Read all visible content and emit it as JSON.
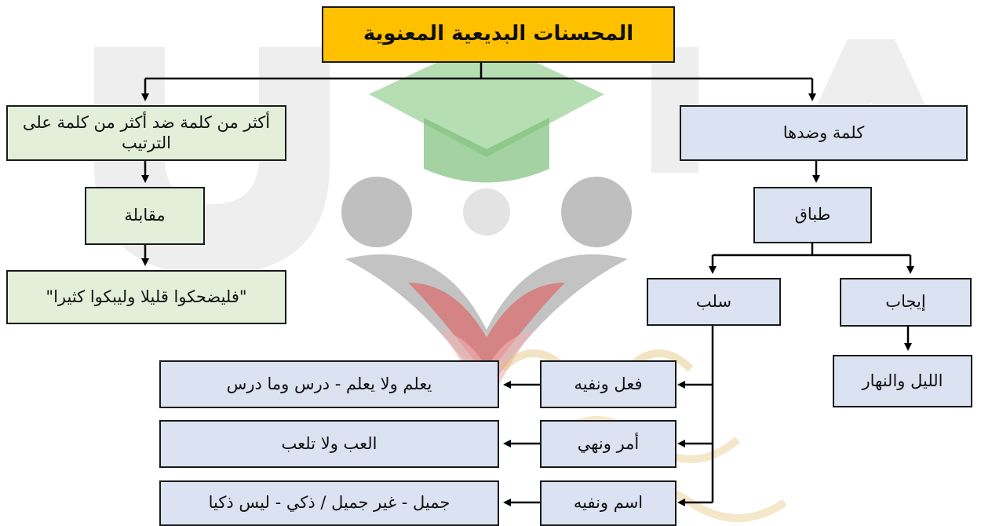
{
  "title": "المحسنات البديعية المعنوية",
  "left_branch": {
    "definition": "أكثر من كلمة ضد أكثر من كلمة على الترتيب",
    "name": "مقابلة",
    "example": "\"فليضحكوا قليلا وليبكوا كثيرا\""
  },
  "right_branch": {
    "definition": "كلمة وضدها",
    "name": "طباق",
    "positive": {
      "label": "إيجاب",
      "example": "الليل والنهار"
    },
    "negative": {
      "label": "سلب",
      "types": [
        {
          "label": "فعل ونفيه",
          "example": "يعلم ولا يعلم - درس وما درس"
        },
        {
          "label": "أمر ونهي",
          "example": "العب ولا تلعب"
        },
        {
          "label": "اسم ونفيه",
          "example": "جميل - غير جميل / ذكي - ليس ذكيا"
        }
      ]
    }
  },
  "colors": {
    "title_bg": "#ffc000",
    "green_box": "#e3efd9",
    "blue_box": "#dbe2f1",
    "line": "#000000"
  }
}
